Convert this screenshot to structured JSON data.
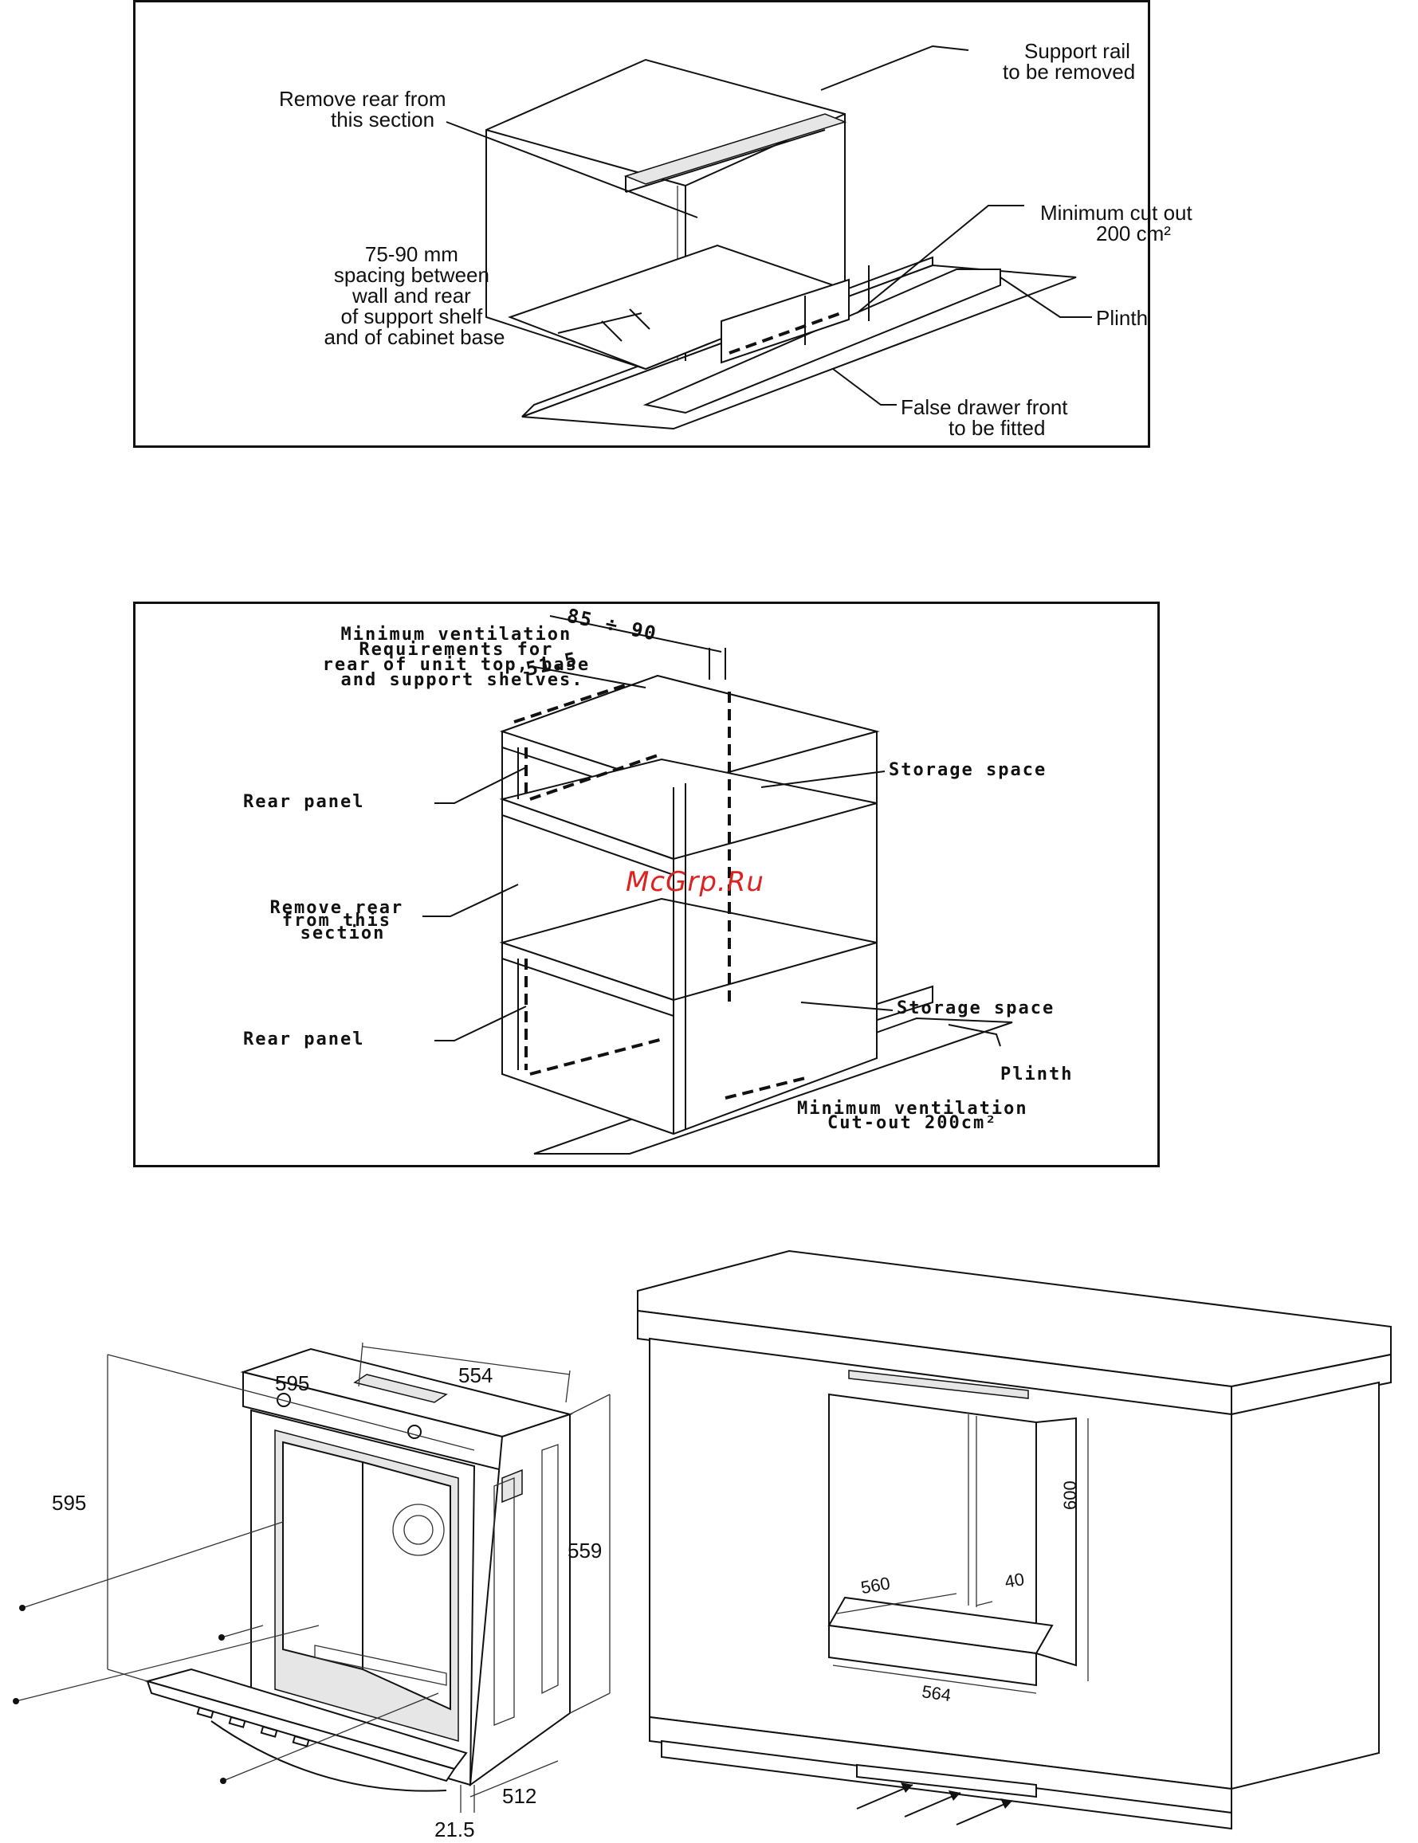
{
  "diagram1": {
    "label_remove_rear": [
      "Remove rear from",
      "this section"
    ],
    "label_support_rail": [
      "Support rail",
      "to be removed"
    ],
    "label_min_cutout": [
      "Minimum cut out",
      "200 cm²"
    ],
    "label_spacing": [
      "75-90 mm",
      "spacing between",
      "wall and rear",
      "of support shelf",
      "and of cabinet base"
    ],
    "label_plinth": "Plinth",
    "label_false_drawer": [
      "False drawer front",
      "to be fitted"
    ]
  },
  "diagram2": {
    "label_min_vent_req": [
      "Minimum ventilation",
      "Requirements for",
      "rear of unit top, base",
      "and support shelves."
    ],
    "dim_top": "85 ÷ 90",
    "dim_side": "51.5",
    "label_rear_panel_top": "Rear panel",
    "label_storage_top": "Storage space",
    "label_remove_rear": [
      "Remove rear",
      "from this",
      "section"
    ],
    "label_rear_panel_bottom": "Rear panel",
    "label_storage_bottom": "Storage space",
    "label_plinth": "Plinth",
    "label_min_vent_cutout": [
      "Minimum ventilation",
      "Cut-out 200cm²"
    ]
  },
  "watermark": "McGrp.Ru",
  "diagram3": {
    "oven_dims": {
      "width_top": "554",
      "width_front": "595",
      "height_left": "595",
      "height_right": "559",
      "depth": "512",
      "door": "21.5"
    },
    "cabinet_dims": {
      "height": "600",
      "width_top": "560",
      "gap": "40",
      "width_bottom": "564"
    }
  }
}
